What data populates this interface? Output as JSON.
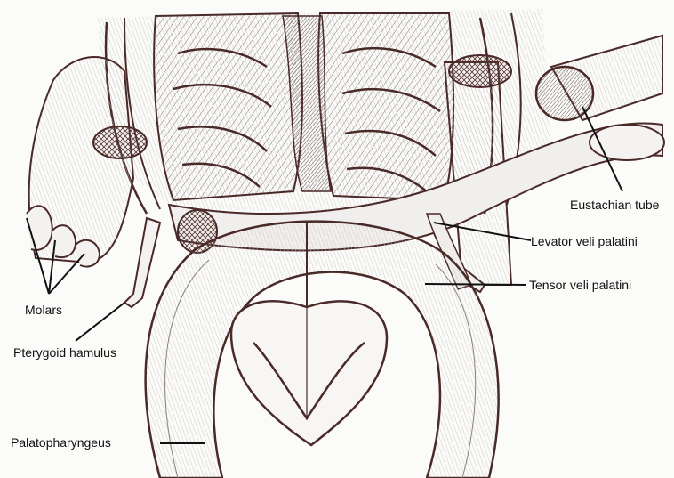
{
  "labels": {
    "eustachian_tube": "Eustachian tube",
    "levator_veli_palatini": "Levator veli palatini",
    "tensor_veli_palatini": "Tensor veli palatini",
    "molars": "Molars",
    "pterygoid_hamulus": "Pterygoid hamulus",
    "palatopharyngeus": "Palatopharyngeus"
  },
  "colors": {
    "ink": "#4a2a28",
    "leader": "#111111",
    "paper": "#fbfbfa",
    "shade": "#b9b2ad"
  }
}
